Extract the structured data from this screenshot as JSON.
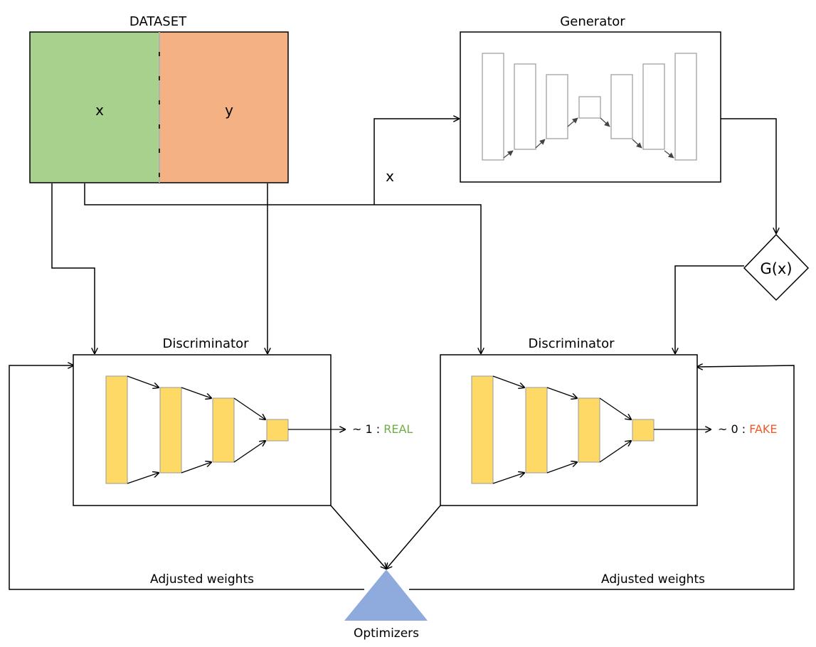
{
  "dataset": {
    "title": "DATASET",
    "x_label": "x",
    "y_label": "y"
  },
  "generator": {
    "title": "Generator",
    "input_label": "x",
    "output_label": "G(x)"
  },
  "discriminator_real": {
    "title": "Discriminator",
    "output_prefix": "~ 1 : ",
    "output_class": "REAL"
  },
  "discriminator_fake": {
    "title": "Discriminator",
    "output_prefix": "~ 0 : ",
    "output_class": "FAKE"
  },
  "feedback": {
    "left_label": "Adjusted weights",
    "right_label": "Adjusted weights"
  },
  "optimizer": {
    "label": "Optimizers"
  },
  "colors": {
    "x_block": "#a9d18e",
    "y_block": "#f4b183",
    "layer": "#ffd966",
    "optimizer": "#8faadc",
    "real": "#70ad47",
    "fake": "#f05a28"
  }
}
